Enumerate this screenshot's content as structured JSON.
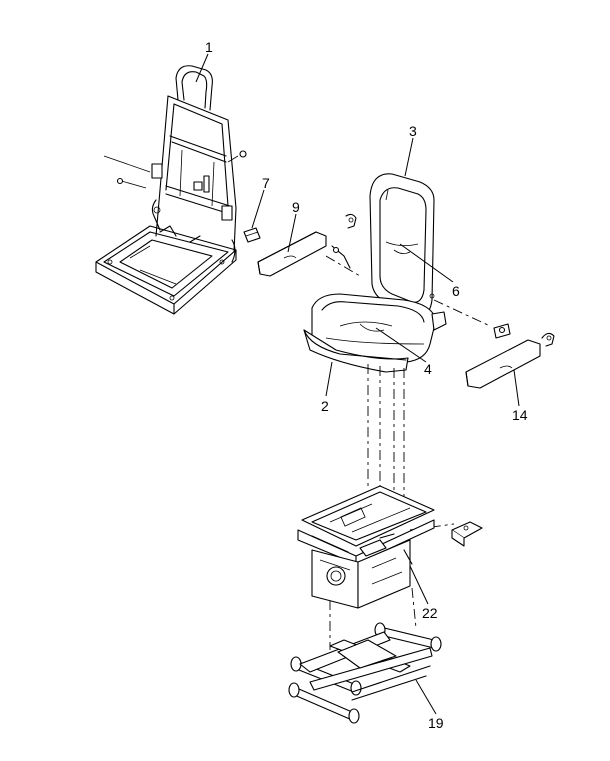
{
  "callouts": [
    {
      "id": "c1",
      "label": "1"
    },
    {
      "id": "c2",
      "label": "2"
    },
    {
      "id": "c3",
      "label": "3"
    },
    {
      "id": "c4",
      "label": "4"
    },
    {
      "id": "c6",
      "label": "6"
    },
    {
      "id": "c7",
      "label": "7"
    },
    {
      "id": "c9",
      "label": "9"
    },
    {
      "id": "c14",
      "label": "14"
    },
    {
      "id": "c19",
      "label": "19"
    },
    {
      "id": "c22",
      "label": "22"
    }
  ]
}
